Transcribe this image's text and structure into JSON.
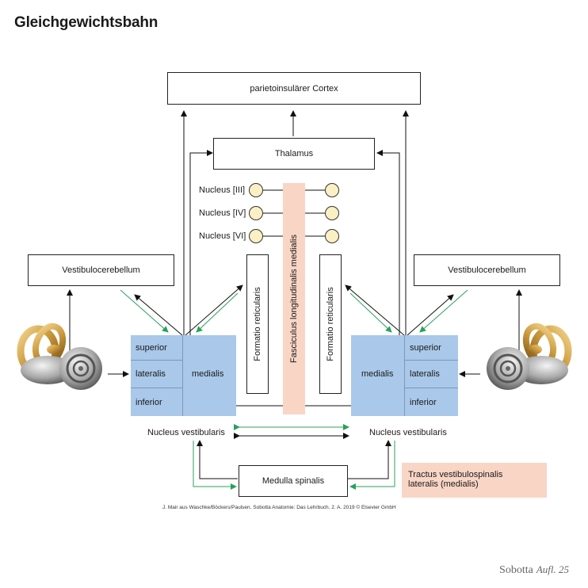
{
  "title": "Gleichgewichtsbahn",
  "boxes": {
    "cortex": "parietoinsulärer Cortex",
    "thalamus": "Thalamus",
    "vestibulocerebellum_left": "Vestibulocerebellum",
    "vestibulocerebellum_right": "Vestibulocerebellum",
    "medulla": "Medulla spinalis"
  },
  "formatio_left": "Formatio reticularis",
  "formatio_right": "Formatio reticularis",
  "flm": "Fasciculus longitudinalis medialis",
  "cranial_nuclei": [
    "Nucleus [III]",
    "Nucleus  [IV]",
    "Nucleus  [VI]"
  ],
  "nucleus_left": {
    "superior": "superior",
    "lateralis": "lateralis",
    "inferior": "inferior",
    "medialis": "medialis"
  },
  "nucleus_right": {
    "superior": "superior",
    "lateralis": "lateralis",
    "inferior": "inferior",
    "medialis": "medialis"
  },
  "nucleus_label_left": "Nucleus vestibularis",
  "nucleus_label_right": "Nucleus vestibularis",
  "tractus": [
    "Tractus vestibulospinalis",
    "lateralis (medialis)"
  ],
  "credit": "J. Mair aus Waschke/Böckers/Paulsen. Sobotta Anatomie: Das Lehrbuch. 2. A. 2019 © Elsevier GmbH",
  "footer": {
    "brand": "Sobotta",
    "edition": "Aufl. 25"
  },
  "colors": {
    "nucleus_blue": "#a9c8ea",
    "salmon": "#f9d5c6",
    "green_arrow": "#2aa05a",
    "circle_fill": "#fbf0c4"
  }
}
